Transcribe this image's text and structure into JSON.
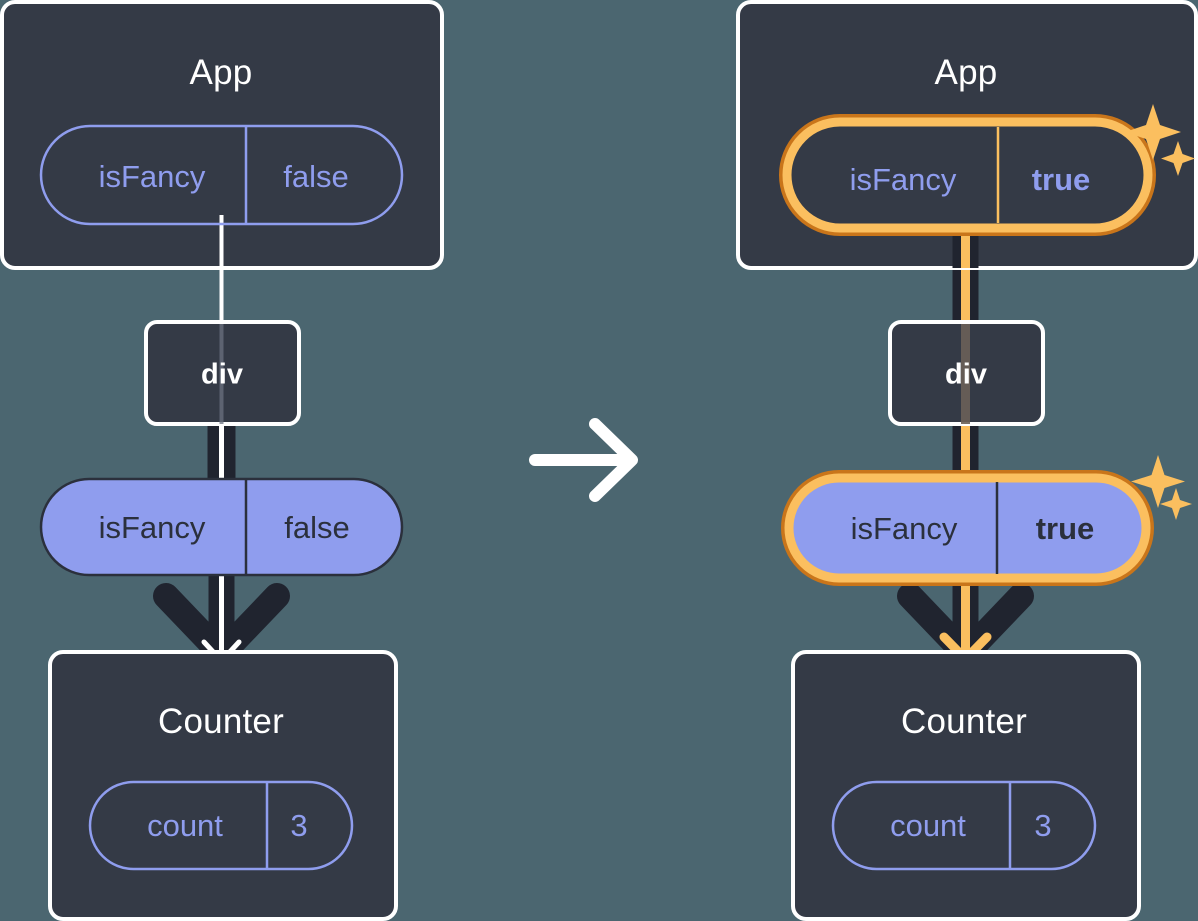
{
  "diagram": {
    "title": "React state update propagation",
    "type": "component-tree-before-after",
    "transition_icon": "arrow-right-icon",
    "colors": {
      "page_background": "#4b6670",
      "box_fill": "#343a46",
      "box_border": "#ffffff",
      "pill_outline": "#8f9dee",
      "pill_fill": "#8f9dee",
      "pill_text_dark": "#2b303c",
      "edge_dark": "#20242f",
      "edge_white": "#ffffff",
      "highlight_outer": "#c9751a",
      "highlight_inner": "#fbbf5f",
      "sparkle": "#fbbf5f"
    }
  },
  "panels": [
    {
      "id": "before",
      "name": "before-state",
      "app": {
        "title": "App",
        "prop": {
          "name": "isFancy",
          "value": "false",
          "highlighted": false,
          "style": "outline"
        }
      },
      "div": {
        "title": "div"
      },
      "edge_prop": {
        "name": "isFancy",
        "value": "false",
        "highlighted": false,
        "style": "filled"
      },
      "counter": {
        "title": "Counter",
        "state": {
          "name": "count",
          "value": "3",
          "highlighted": false,
          "style": "outline"
        }
      },
      "sparkles": false
    },
    {
      "id": "after",
      "name": "after-state",
      "app": {
        "title": "App",
        "prop": {
          "name": "isFancy",
          "value": "true",
          "highlighted": true,
          "style": "outline"
        }
      },
      "div": {
        "title": "div"
      },
      "edge_prop": {
        "name": "isFancy",
        "value": "true",
        "highlighted": true,
        "style": "filled"
      },
      "counter": {
        "title": "Counter",
        "state": {
          "name": "count",
          "value": "3",
          "highlighted": false,
          "style": "outline"
        }
      },
      "sparkles": true
    }
  ]
}
